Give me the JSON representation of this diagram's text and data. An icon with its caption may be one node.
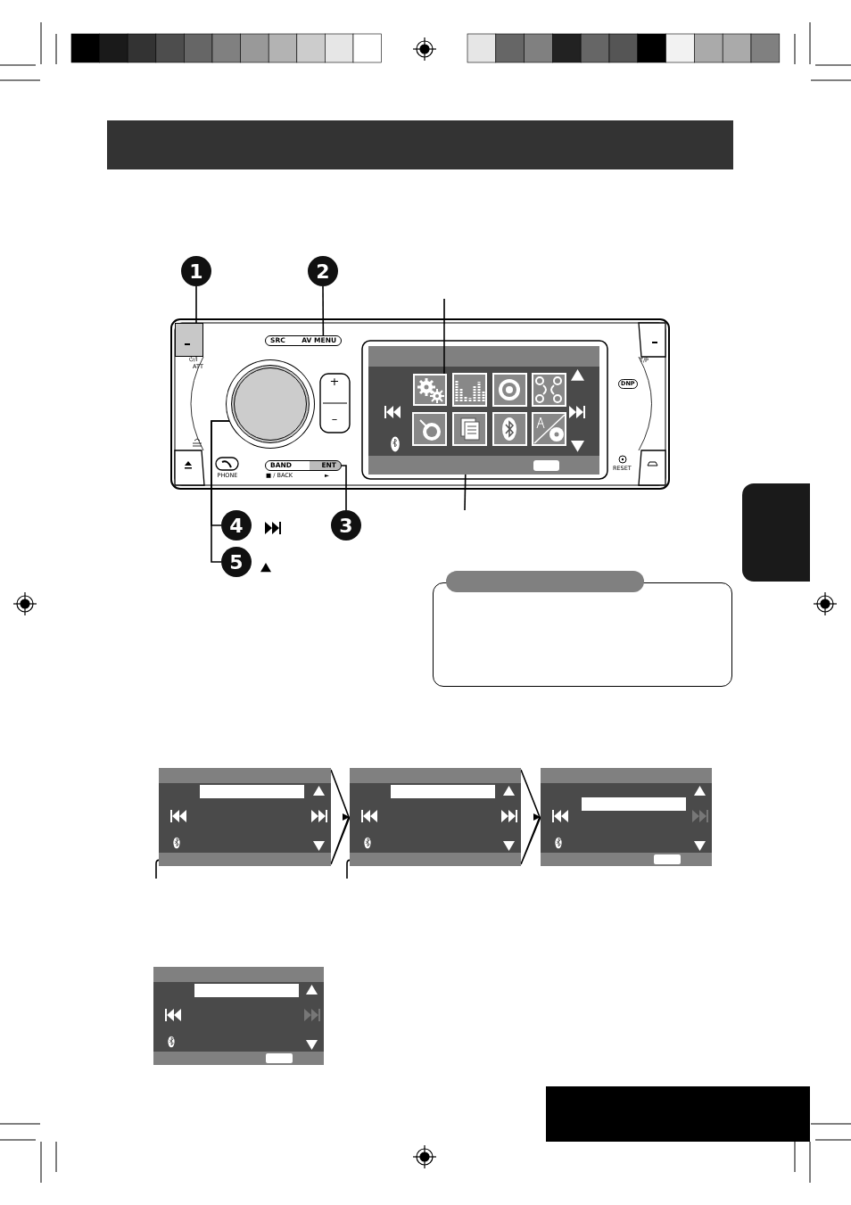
{
  "diagram": {
    "nodes": [
      {
        "text": [
          "1"
        ]
      },
      {
        "text": [
          "2"
        ]
      },
      {
        "text": [
          "3"
        ]
      },
      {
        "text": [
          "4"
        ]
      },
      {
        "text": [
          "5"
        ]
      },
      {
        "text": [],
        "shape": "box"
      },
      {
        "text": [
          "SRC",
          "AV MENU"
        ]
      },
      {
        "text": [
          "BAND",
          "ENT"
        ],
        "beside": [
          "■ / BACK",
          "►"
        ]
      },
      {
        "text": [],
        "shape": "circle"
      },
      {
        "text": [],
        "shape": "picture"
      },
      {
        "text": [],
        "shape": "bar"
      },
      {
        "text": [],
        "shape": "box"
      },
      {
        "text": [],
        "shape": "box"
      },
      {
        "text": [],
        "shape": "box"
      },
      {
        "text": [],
        "shape": "box"
      },
      {
        "text": [],
        "shape": "bar",
        "in": 11
      },
      {
        "text": [],
        "shape": "bar",
        "in": 12
      },
      {
        "text": [],
        "shape": "bar",
        "in": 13
      },
      {
        "text": [],
        "shape": "bar",
        "in": 14
      },
      {
        "text": [],
        "shape": "box"
      },
      {
        "text": [],
        "shape": "box"
      },
      {
        "text": [],
        "shape": "bar"
      }
    ],
    "edges": [
      {
        "from": 0,
        "to": 5,
        "arrow": "none"
      },
      {
        "from": 1,
        "to": 6,
        "arrow": "none"
      },
      {
        "from": 2,
        "to": 7,
        "arrow": "none"
      },
      {
        "from": 3,
        "to": 8,
        "arrow": "none"
      },
      {
        "from": 4,
        "to": 8,
        "arrow": "none"
      },
      {
        "from": null,
        "to": 9,
        "arrow": "none"
      },
      {
        "from": null,
        "to": 10,
        "arrow": "none"
      },
      {
        "from": null,
        "to": 11,
        "arrow": "none"
      },
      {
        "from": null,
        "to": 12,
        "arrow": "none"
      },
      {
        "from": 11,
        "to": 12,
        "arrow": "to"
      },
      {
        "from": 12,
        "to": 13,
        "arrow": "to"
      }
    ],
    "labels": [
      "⏻/I",
      "ATT",
      "+",
      "–",
      "T/P",
      "DNP",
      "PHONE",
      "RESET"
    ]
  }
}
